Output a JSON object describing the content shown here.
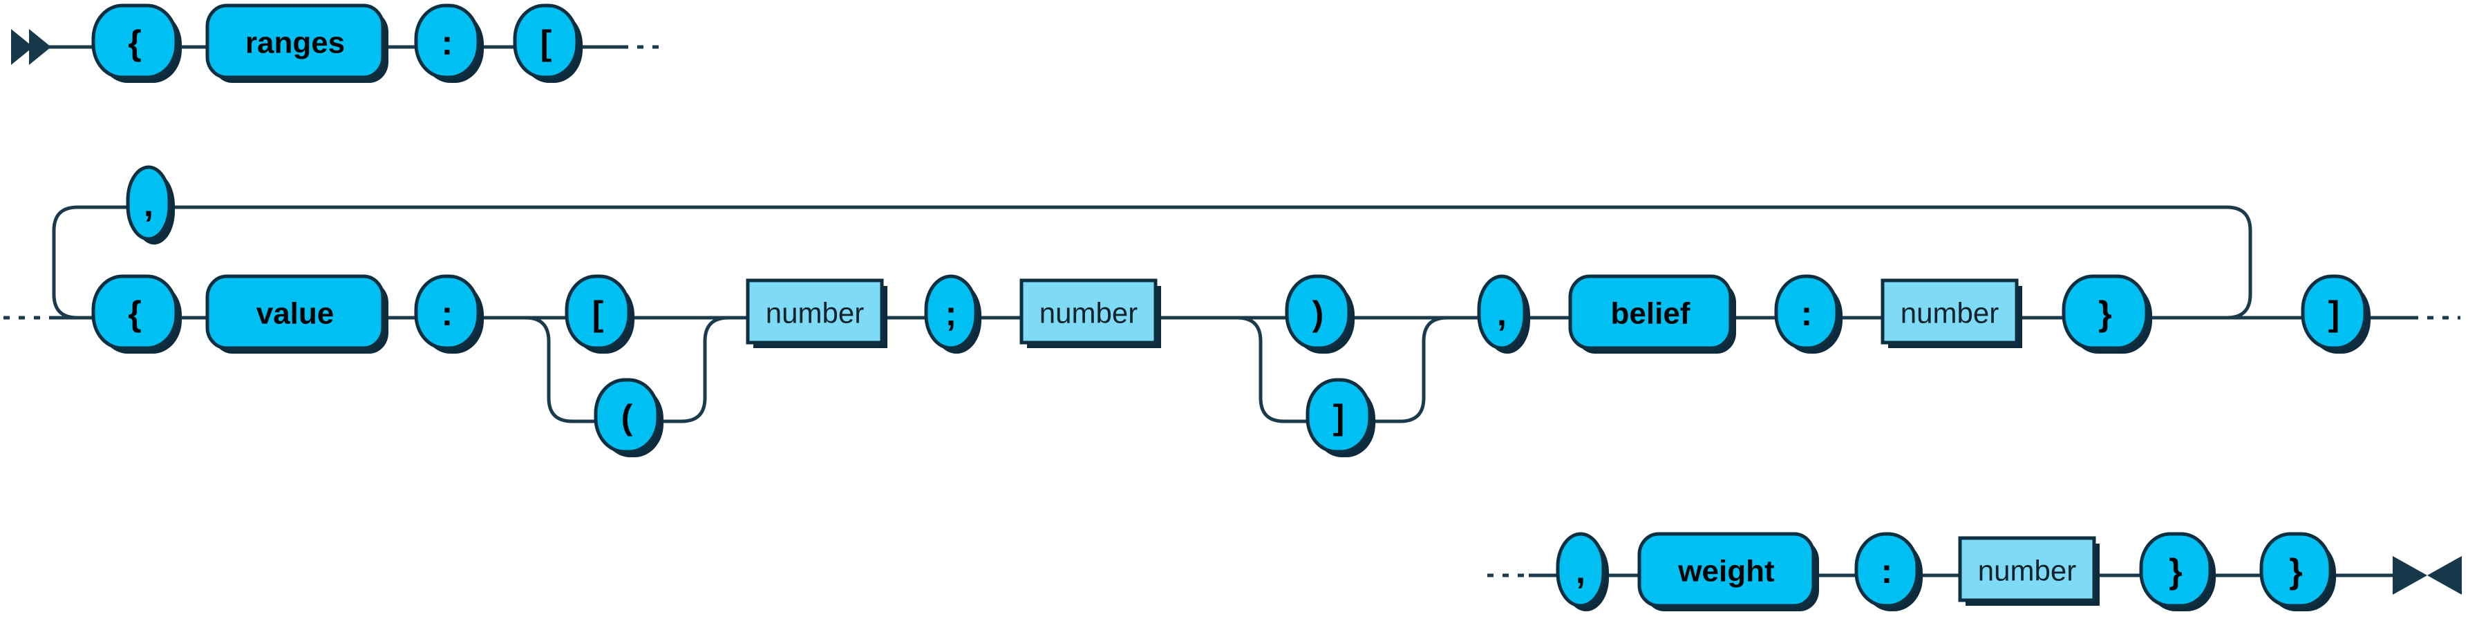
{
  "diagram": {
    "kind": "railroad-syntax-diagram",
    "title": "ranges",
    "colors": {
      "background": "#ffffff",
      "terminal_fill": "#00c0f3",
      "nonterminal_fill": "#7fdbf5",
      "stroke": "#0e2f40",
      "rail": "#1b3a4b",
      "shadow": "#0d2b3c",
      "text": "#000000"
    },
    "markers": {
      "start": "double-triangle-right",
      "end": "bowtie"
    },
    "rows": [
      {
        "id": "row-1",
        "continues": true,
        "nodes": [
          {
            "id": "n-start",
            "type": "start-marker",
            "label": ""
          },
          {
            "id": "n-brace-open-1",
            "type": "terminal",
            "label": "{"
          },
          {
            "id": "n-ranges",
            "type": "terminal",
            "label": "ranges"
          },
          {
            "id": "n-colon-1",
            "type": "terminal",
            "label": ":"
          },
          {
            "id": "n-bracket-open-1",
            "type": "terminal",
            "label": "["
          },
          {
            "id": "n-cont-1",
            "type": "continuation",
            "label": "…"
          }
        ]
      },
      {
        "id": "row-2",
        "continues": true,
        "loop": {
          "id": "loop-comma",
          "label": ",",
          "type": "terminal"
        },
        "nodes": [
          {
            "id": "n-cont-2",
            "type": "continuation",
            "label": "…"
          },
          {
            "id": "n-brace-open-2",
            "type": "terminal",
            "label": "{"
          },
          {
            "id": "n-value",
            "type": "terminal",
            "label": "value"
          },
          {
            "id": "n-colon-2",
            "type": "terminal",
            "label": ":"
          },
          {
            "id": "n-bracket-open-2",
            "type": "terminal",
            "label": "[",
            "alt": "("
          },
          {
            "id": "n-number-1",
            "type": "nonterminal",
            "label": "number"
          },
          {
            "id": "n-semicolon",
            "type": "terminal",
            "label": ";"
          },
          {
            "id": "n-number-2",
            "type": "nonterminal",
            "label": "number"
          },
          {
            "id": "n-paren-close",
            "type": "terminal",
            "label": ")",
            "alt": "]"
          },
          {
            "id": "n-comma-2",
            "type": "terminal",
            "label": ","
          },
          {
            "id": "n-belief",
            "type": "terminal",
            "label": "belief"
          },
          {
            "id": "n-colon-3",
            "type": "terminal",
            "label": ":"
          },
          {
            "id": "n-number-3",
            "type": "nonterminal",
            "label": "number"
          },
          {
            "id": "n-brace-close-1",
            "type": "terminal",
            "label": "}"
          },
          {
            "id": "n-bracket-close-1",
            "type": "terminal",
            "label": "]"
          },
          {
            "id": "n-cont-3",
            "type": "continuation",
            "label": "…"
          }
        ],
        "alternates": [
          {
            "id": "alt-paren-open",
            "type": "terminal",
            "label": "("
          },
          {
            "id": "alt-bracket-close",
            "type": "terminal",
            "label": "]"
          }
        ]
      },
      {
        "id": "row-3",
        "continues": false,
        "nodes": [
          {
            "id": "n-cont-4",
            "type": "continuation",
            "label": "…"
          },
          {
            "id": "n-comma-3",
            "type": "terminal",
            "label": ","
          },
          {
            "id": "n-weight",
            "type": "terminal",
            "label": "weight"
          },
          {
            "id": "n-colon-4",
            "type": "terminal",
            "label": ":"
          },
          {
            "id": "n-number-4",
            "type": "nonterminal",
            "label": "number"
          },
          {
            "id": "n-brace-close-2",
            "type": "terminal",
            "label": "}"
          },
          {
            "id": "n-brace-close-3",
            "type": "terminal",
            "label": "}"
          },
          {
            "id": "n-end",
            "type": "end-marker",
            "label": ""
          }
        ]
      }
    ],
    "labels": {
      "brace_open": "{",
      "brace_close": "}",
      "bracket_open": "[",
      "bracket_close": "]",
      "paren_open": "(",
      "paren_close": ")",
      "colon": ":",
      "semicolon": ";",
      "comma": ",",
      "ranges": "ranges",
      "value": "value",
      "belief": "belief",
      "weight": "weight",
      "number": "number"
    }
  }
}
